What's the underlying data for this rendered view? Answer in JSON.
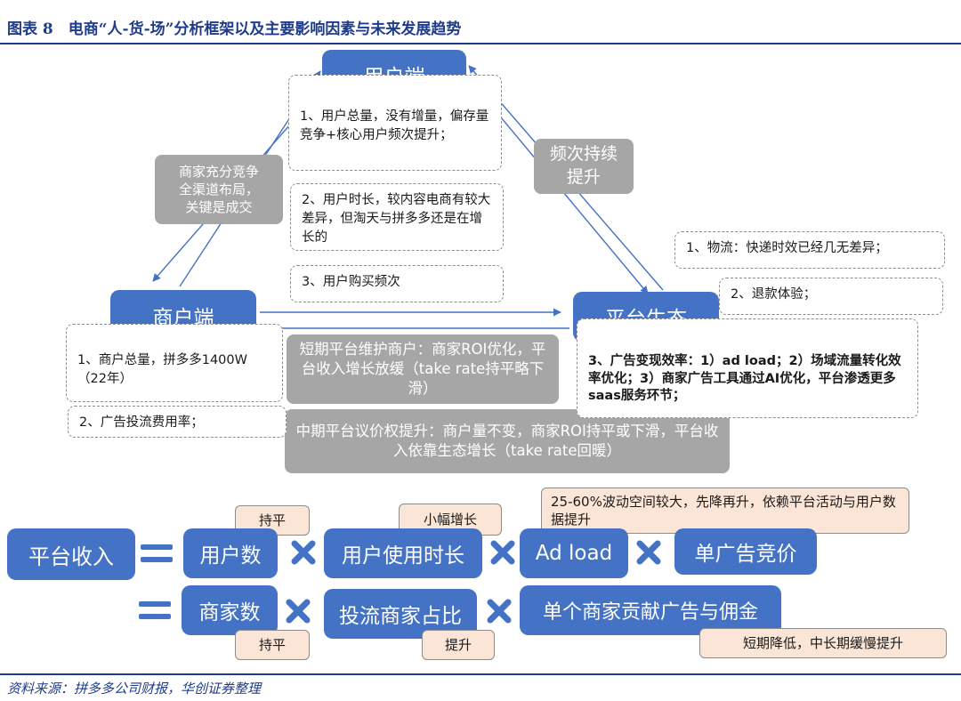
{
  "header": {
    "title": "图表 8　电商“人-货-场”分析框架以及主要影响因素与未来发展趋势"
  },
  "footer": {
    "source": "资料来源：拼多多公司财报，华创证券整理"
  },
  "nodes": {
    "user": "用户端",
    "merchant": "商户端",
    "platform": "平台生态"
  },
  "callouts": {
    "merchant_competition": "商家充分竞争\n全渠道布局，\n关键是成交",
    "frequency": "频次持续\n提升",
    "short_term": "短期平台维护商户：商家ROI优化，平台收入增长放缓（take rate持平略下滑）",
    "mid_term": "中期平台议价权提升：商户量不变，商家ROI持平或下滑，平台收入依靠生态增长（take rate回暖）"
  },
  "notes": {
    "user_1": "1、用户总量，没有增量，偏存量竞争+核心用户频次提升；",
    "user_2": "2、用户时长，较内容电商有较大差异，但淘天与拼多多还是在增长的",
    "user_3": "3、用户购买频次",
    "merchant_1": "1、商户总量，拼多多1400W（22年）",
    "merchant_2": "2、广告投流费用率；",
    "platform_1": "1、物流：快递时效已经几无差异；",
    "platform_2": "2、退款体验；",
    "platform_3": "3、广告变现效率：1）ad load；2）场域流量转化效率优化；3）商家广告工具通过AI优化，平台渗透更多saas服务环节；"
  },
  "formula": {
    "revenue": "平台收入",
    "row1": [
      "用户数",
      "用户使用时长",
      "Ad load",
      "单广告竞价"
    ],
    "row2": [
      "商家数",
      "投流商家占比",
      "单个商家贡献广告与佣金"
    ],
    "tags": {
      "users_flat": "持平",
      "time_up": "小幅增长",
      "adload_note": "25-60%波动空间较大，先降再升，依赖平台活动与用户数据提升",
      "merchants_flat": "持平",
      "ratio_up": "提升",
      "contribution_note": "短期降低，中长期缓慢提升"
    }
  },
  "colors": {
    "blue": "#4472c4",
    "grey": "#a6a6a6",
    "peach": "#fbe5d6",
    "title": "#1f3c8c"
  }
}
